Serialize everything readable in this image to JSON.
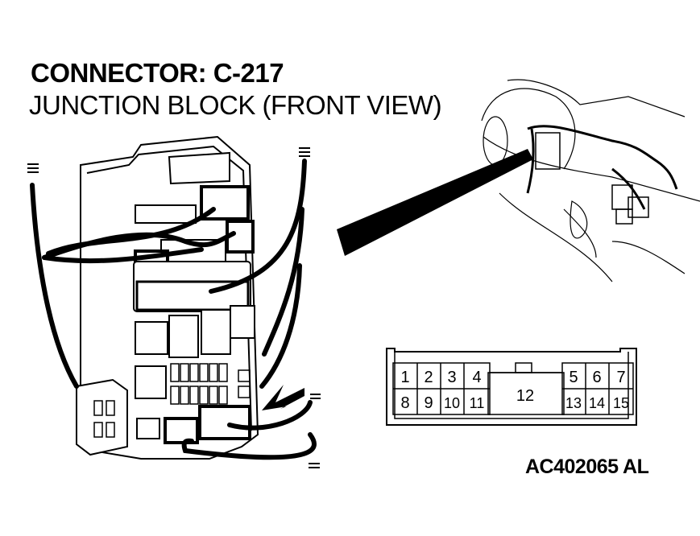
{
  "header": {
    "connector_title": "CONNECTOR: C-217",
    "component_subtitle": "JUNCTION BLOCK (FRONT VIEW)"
  },
  "connector_pinout": {
    "top_row_left": [
      "1",
      "2",
      "3",
      "4"
    ],
    "top_row_right": [
      "5",
      "6",
      "7"
    ],
    "center_pin": "12",
    "bottom_row_left": [
      "8",
      "9",
      "10",
      "11"
    ],
    "bottom_row_right": [
      "13",
      "14",
      "15"
    ]
  },
  "figure_code": "AC402065 AL"
}
